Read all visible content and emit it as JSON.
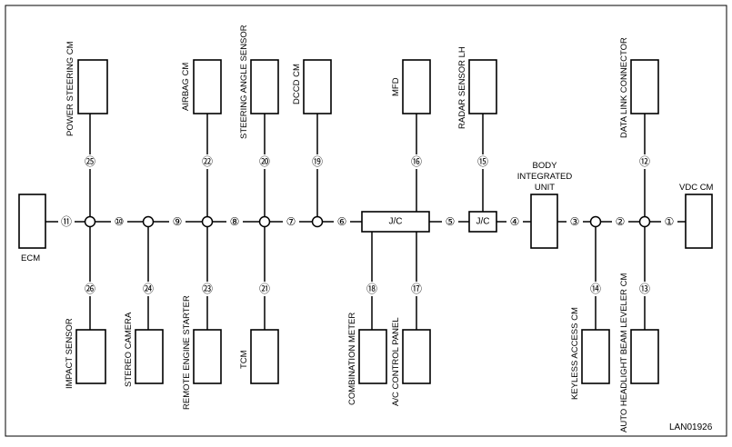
{
  "modules": {
    "power_steering": "POWER STEERING CM",
    "airbag": "AIRBAG CM",
    "steering_angle": "STEERING ANGLE SENSOR",
    "dccd": "DCCD CM",
    "mfd": "MFD",
    "radar_lh": "RADAR SENSOR LH",
    "data_link": "DATA LINK CONNECTOR",
    "ecm": "ECM",
    "body_line1": "BODY",
    "body_line2": "INTEGRATED",
    "body_line3": "UNIT",
    "vdc": "VDC CM",
    "impact": "IMPACT SENSOR",
    "stereo_camera": "STEREO CAMERA",
    "remote_starter": "REMOTE ENGINE STARTER",
    "tcm": "TCM",
    "combination_meter": "COMBINATION METER",
    "ac_panel": "A/C CONTROL PANEL",
    "keyless": "KEYLESS ACCESS CM",
    "headlight": "AUTO HEADLIGHT BEAM LEVELER CM"
  },
  "junction_boxes": {
    "jc_main": "J/C",
    "jc_small": "J/C"
  },
  "segments": {
    "n1": "①",
    "n2": "②",
    "n3": "③",
    "n4": "④",
    "n5": "⑤",
    "n6": "⑥",
    "n7": "⑦",
    "n8": "⑧",
    "n9": "⑨",
    "n10": "⑩",
    "n11": "⑪",
    "n12": "⑫",
    "n13": "⑬",
    "n14": "⑭",
    "n15": "⑮",
    "n16": "⑯",
    "n17": "⑰",
    "n18": "⑱",
    "n19": "⑲",
    "n20": "⑳",
    "n21": "㉑",
    "n22": "㉒",
    "n23": "㉓",
    "n24": "㉔",
    "n25": "㉕",
    "n26": "㉖"
  },
  "figure_code": "LAN01926"
}
